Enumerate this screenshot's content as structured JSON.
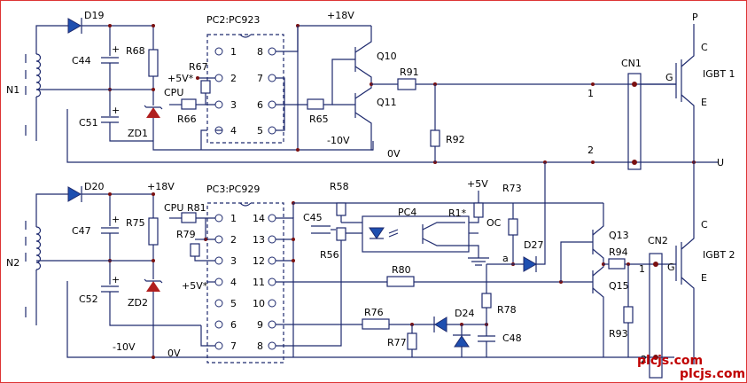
{
  "labels": {
    "d19": "D19",
    "d20": "D20",
    "pc2": "PC2:PC923",
    "pc3": "PC3:PC929",
    "pc4": "PC4",
    "v18_top": "+18V",
    "v18_bot": "+18V",
    "v5_top": "+5V*",
    "v5_bot": "+5V*",
    "v5_pc4": "+5V",
    "cpu_top": "CPU",
    "cpu_bot": "CPU",
    "r68": "R68",
    "r67": "R67",
    "r66": "R66",
    "r65": "R65",
    "r91": "R91",
    "r92": "R92",
    "r75": "R75",
    "r81": "R81",
    "r79": "R79",
    "r58": "R58",
    "r56": "R56",
    "r1": "R1*",
    "r73": "R73",
    "r80": "R80",
    "r76": "R76",
    "r77": "R77",
    "r78": "R78",
    "r93": "R93",
    "r94": "R94",
    "c44": "C44",
    "c51": "C51",
    "c47": "C47",
    "c52": "C52",
    "c45": "C45",
    "c48": "C48",
    "zd1": "ZD1",
    "zd2": "ZD2",
    "d24": "D24",
    "d27": "D27",
    "n1": "N1",
    "n2": "N2",
    "q10": "Q10",
    "q11": "Q11",
    "q13": "Q13",
    "q15": "Q15",
    "cn1": "CN1",
    "cn2": "CN2",
    "igbt1": "IGBT 1",
    "igbt2": "IGBT 2",
    "p": "P",
    "u": "U",
    "m10_top": "-10V",
    "m10_bot": "-10V",
    "zero_top": "0V",
    "zero_bot": "0V",
    "oc": "OC",
    "a": "a",
    "g1": "G",
    "g2": "G",
    "c1": "C",
    "c2": "C",
    "e1": "E",
    "e2": "E",
    "cn1_1": "1",
    "cn1_2": "2",
    "cn2_1": "1",
    "cn2_2": "2",
    "plus": "+",
    "wm1": "plcjs.com",
    "wm2": "plcjs.com"
  },
  "pc2_pins": {
    "left": [
      "1",
      "2",
      "3",
      "4"
    ],
    "right": [
      "8",
      "7",
      "6",
      "5"
    ]
  },
  "pc3_pins": {
    "left": [
      "1",
      "2",
      "3",
      "4",
      "5",
      "6",
      "7"
    ],
    "right": [
      "14",
      "13",
      "12",
      "11",
      "10",
      "9",
      "8"
    ]
  }
}
